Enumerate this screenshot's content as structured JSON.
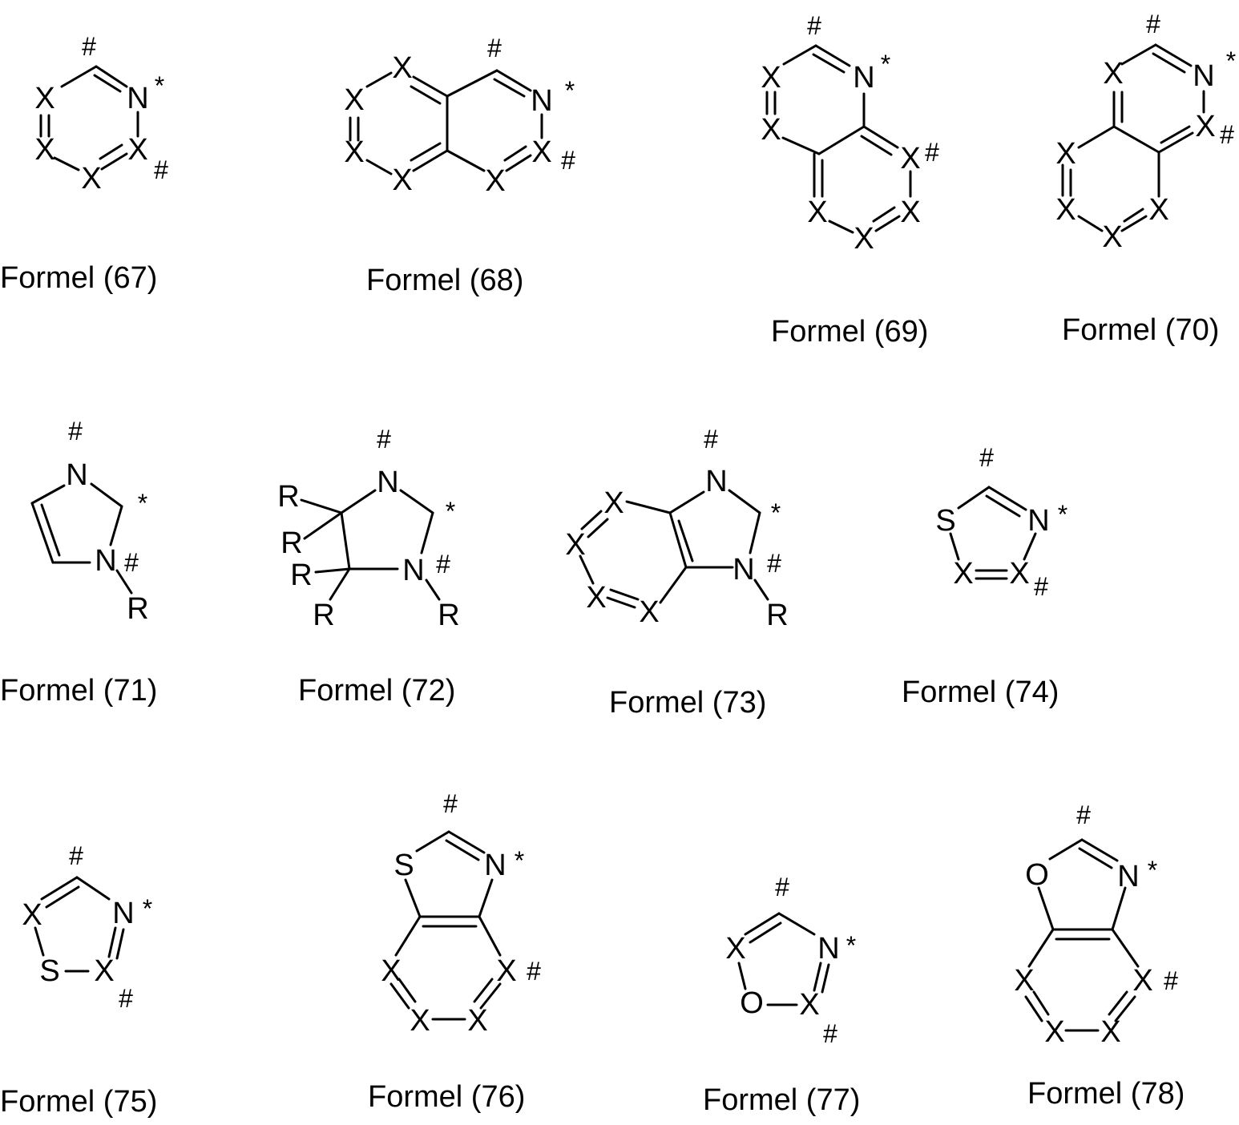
{
  "formulas": [
    {
      "id": "67",
      "caption": "Formel (67)",
      "atoms": [
        "X",
        "N",
        "X",
        "X",
        "X"
      ],
      "marks": [
        "#",
        "*",
        "#"
      ]
    },
    {
      "id": "68",
      "caption": "Formel (68)",
      "atoms": [
        "X",
        "X",
        "X",
        "X",
        "N",
        "X",
        "X"
      ],
      "marks": [
        "#",
        "*",
        "#"
      ]
    },
    {
      "id": "69",
      "caption": "Formel (69)",
      "atoms": [
        "X",
        "X",
        "N",
        "X",
        "X",
        "X",
        "X"
      ],
      "marks": [
        "#",
        "*",
        "#"
      ]
    },
    {
      "id": "70",
      "caption": "Formel (70)",
      "atoms": [
        "X",
        "N",
        "X",
        "X",
        "X",
        "X",
        "X"
      ],
      "marks": [
        "#",
        "*",
        "#"
      ]
    },
    {
      "id": "71",
      "caption": "Formel (71)",
      "atoms": [
        "N",
        "N",
        "R"
      ],
      "marks": [
        "#",
        "*",
        "#"
      ]
    },
    {
      "id": "72",
      "caption": "Formel (72)",
      "atoms": [
        "N",
        "N",
        "R",
        "R",
        "R",
        "R",
        "R"
      ],
      "marks": [
        "#",
        "*",
        "#"
      ]
    },
    {
      "id": "73",
      "caption": "Formel (73)",
      "atoms": [
        "N",
        "N",
        "R",
        "X",
        "X",
        "X",
        "X"
      ],
      "marks": [
        "#",
        "*",
        "#"
      ]
    },
    {
      "id": "74",
      "caption": "Formel (74)",
      "atoms": [
        "S",
        "N",
        "X",
        "X"
      ],
      "marks": [
        "#",
        "*",
        "#"
      ]
    },
    {
      "id": "75",
      "caption": "Formel (75)",
      "atoms": [
        "X",
        "N",
        "S",
        "X"
      ],
      "marks": [
        "#",
        "*",
        "#"
      ]
    },
    {
      "id": "76",
      "caption": "Formel (76)",
      "atoms": [
        "S",
        "N",
        "X",
        "X",
        "X",
        "X"
      ],
      "marks": [
        "#",
        "*",
        "#"
      ]
    },
    {
      "id": "77",
      "caption": "Formel (77)",
      "atoms": [
        "X",
        "N",
        "O",
        "X"
      ],
      "marks": [
        "#",
        "*",
        "#"
      ]
    },
    {
      "id": "78",
      "caption": "Formel (78)",
      "atoms": [
        "O",
        "N",
        "X",
        "X",
        "X",
        "X"
      ],
      "marks": [
        "#",
        "*",
        "#"
      ]
    }
  ]
}
